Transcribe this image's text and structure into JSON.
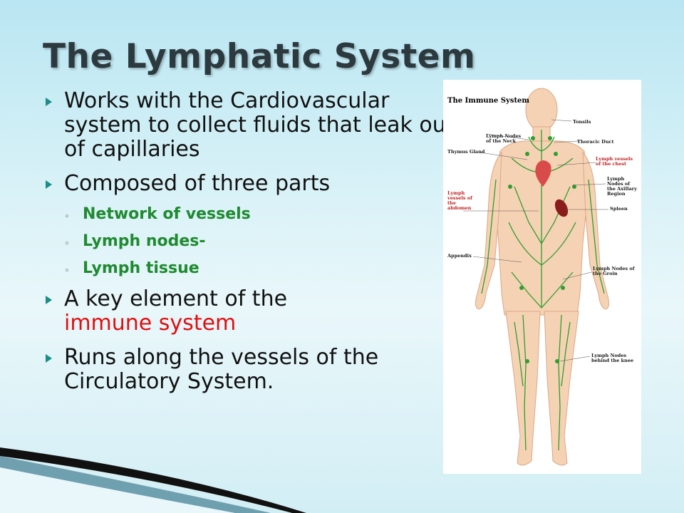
{
  "slide": {
    "title": "The Lymphatic System",
    "colors": {
      "bullet_marker": "#1b8d86",
      "sub_text": "#1f8a30",
      "highlight": "#e01010"
    },
    "bullets": [
      {
        "text": "Works with the Cardiovascular system to collect fluids that leak out of capillaries"
      },
      {
        "text": "Composed of three parts",
        "sub": [
          "Network of vessels",
          "Lymph nodes-",
          "Lymph tissue"
        ]
      },
      {
        "text_before": "A key element of the",
        "highlight": "immune system"
      },
      {
        "text": "Runs along the vessels of the Circulatory System."
      }
    ]
  },
  "figure": {
    "title": "The Immune System",
    "labels": {
      "tonsils": "Tonsils",
      "thoracic_duct": "Thoracic Duct",
      "neck_nodes": "Lymph Nodes of the Neck",
      "thymus": "Thymus Gland",
      "chest_vessels": "Lymph vessels of the chest",
      "axillary_nodes": "Lymph Nodes of the Axillary Region",
      "abdomen_vessels": "Lymph vessels of the abdomen",
      "spleen": "Spleen",
      "appendix": "Appendix",
      "groin_nodes": "Lymph Nodes of the Groin",
      "knee_nodes": "Lymph Nodes behind the knee"
    }
  }
}
